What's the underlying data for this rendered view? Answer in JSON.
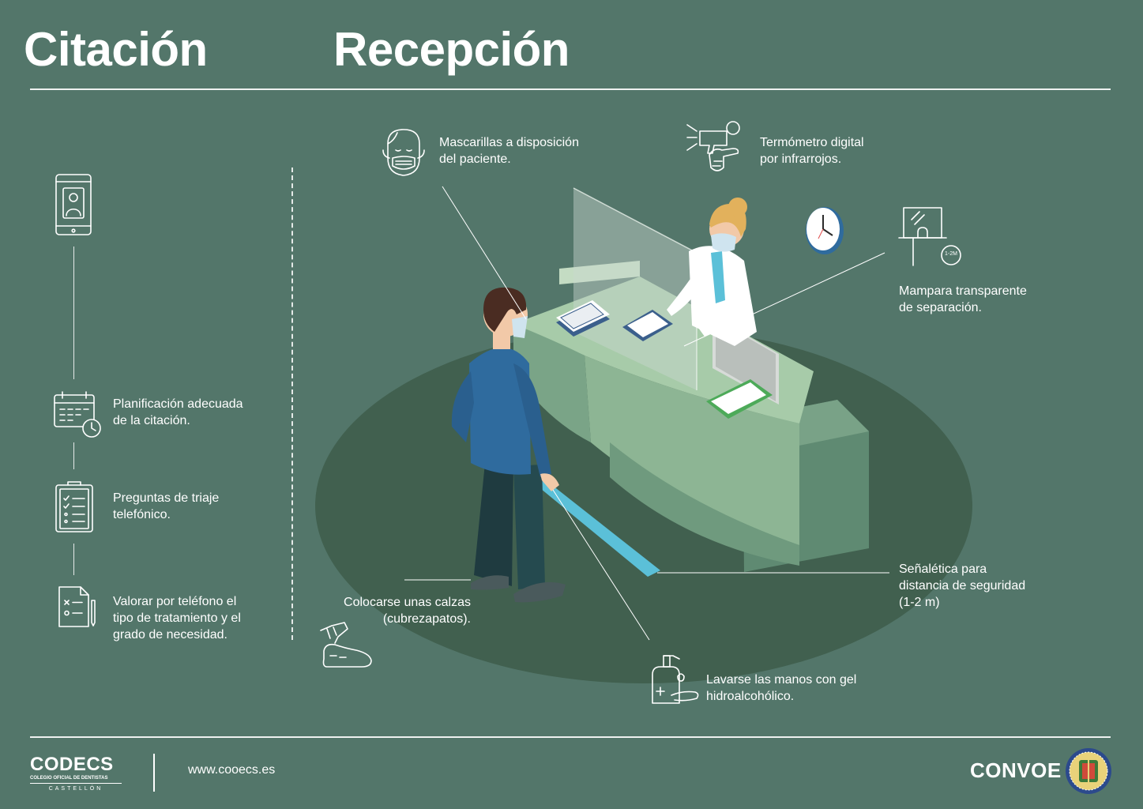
{
  "header": {
    "left_title": "Citación",
    "right_title": "Recepción"
  },
  "citacion": {
    "steps": [
      {
        "icon": "smartphone-user-icon",
        "label": ""
      },
      {
        "icon": "calendar-clock-icon",
        "label_lines": [
          "Planificación adecuada",
          "de la citación."
        ]
      },
      {
        "icon": "clipboard-checklist-icon",
        "label_lines": [
          "Preguntas de triaje",
          "telefónico."
        ]
      },
      {
        "icon": "document-pen-icon",
        "label_lines": [
          "Valorar por teléfono el",
          "tipo de tratamiento y el",
          "grado de necesidad."
        ]
      }
    ]
  },
  "recepcion": {
    "callouts": {
      "mask": {
        "icon": "face-mask-icon",
        "lines": [
          "Mascarillas a disposición",
          "del paciente."
        ]
      },
      "thermometer": {
        "icon": "infrared-thermometer-icon",
        "lines": [
          "Termómetro digital",
          "por infrarrojos."
        ]
      },
      "screen": {
        "icon": "transparent-screen-icon",
        "badge": "1-2M",
        "lines": [
          "Mampara transparente",
          "de separación."
        ]
      },
      "signage": {
        "lines": [
          "Señalética para",
          "distancia de seguridad",
          "(1-2 m)"
        ]
      },
      "shoe_covers": {
        "icon": "shoe-cover-icon",
        "lines": [
          "Colocarse unas calzas",
          "(cubrezapatos)."
        ]
      },
      "hand_gel": {
        "icon": "hand-sanitizer-icon",
        "lines": [
          "Lavarse las manos con gel",
          "hidroalcohólico."
        ]
      }
    }
  },
  "footer": {
    "logo_name": "CODECS",
    "logo_sub": "COLEGIO OFICIAL DE DENTISTAS",
    "logo_city": "CASTELLÓN",
    "url": "www.cooecs.es",
    "partner": "CONVOE"
  },
  "colors": {
    "background": "#53766a",
    "floor_ellipse": "#41604f",
    "counter": "#8db594",
    "floor_sign": "#5bc0d8",
    "patient_shirt": "#2f6b9e",
    "text": "#ffffff"
  }
}
